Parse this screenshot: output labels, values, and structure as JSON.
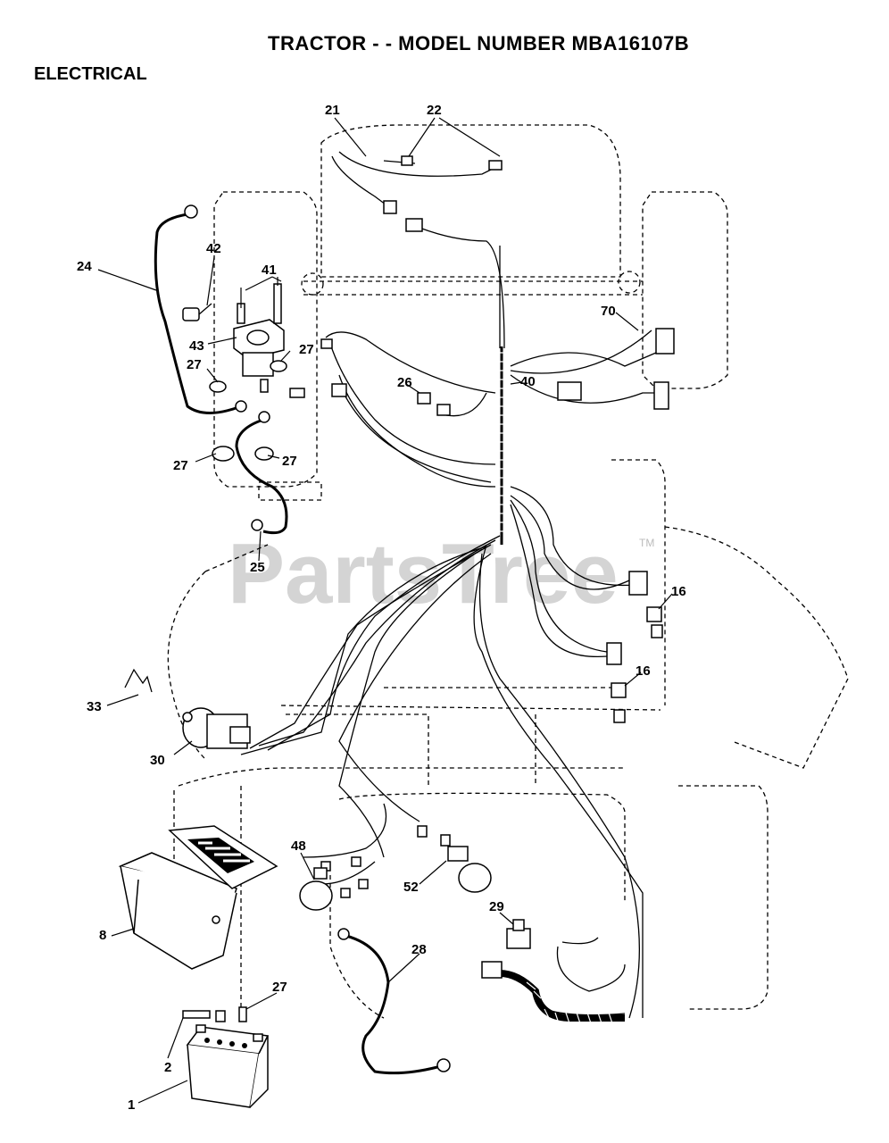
{
  "header": {
    "title": "TRACTOR - - MODEL NUMBER MBA16107B",
    "section": "ELECTRICAL"
  },
  "watermark": {
    "text": "PartsTree",
    "tm": "TM"
  },
  "callouts": {
    "c21": "21",
    "c22": "22",
    "c24": "24",
    "c42": "42",
    "c41": "41",
    "c43": "43",
    "c27a": "27",
    "c27b": "27",
    "c27c": "27",
    "c27d": "27",
    "c27e": "27",
    "c26": "26",
    "c40": "40",
    "c70": "70",
    "c25": "25",
    "c16a": "16",
    "c16b": "16",
    "c33": "33",
    "c30": "30",
    "c48": "48",
    "c52": "52",
    "c29": "29",
    "c8": "8",
    "c28": "28",
    "c2": "2",
    "c1": "1"
  }
}
